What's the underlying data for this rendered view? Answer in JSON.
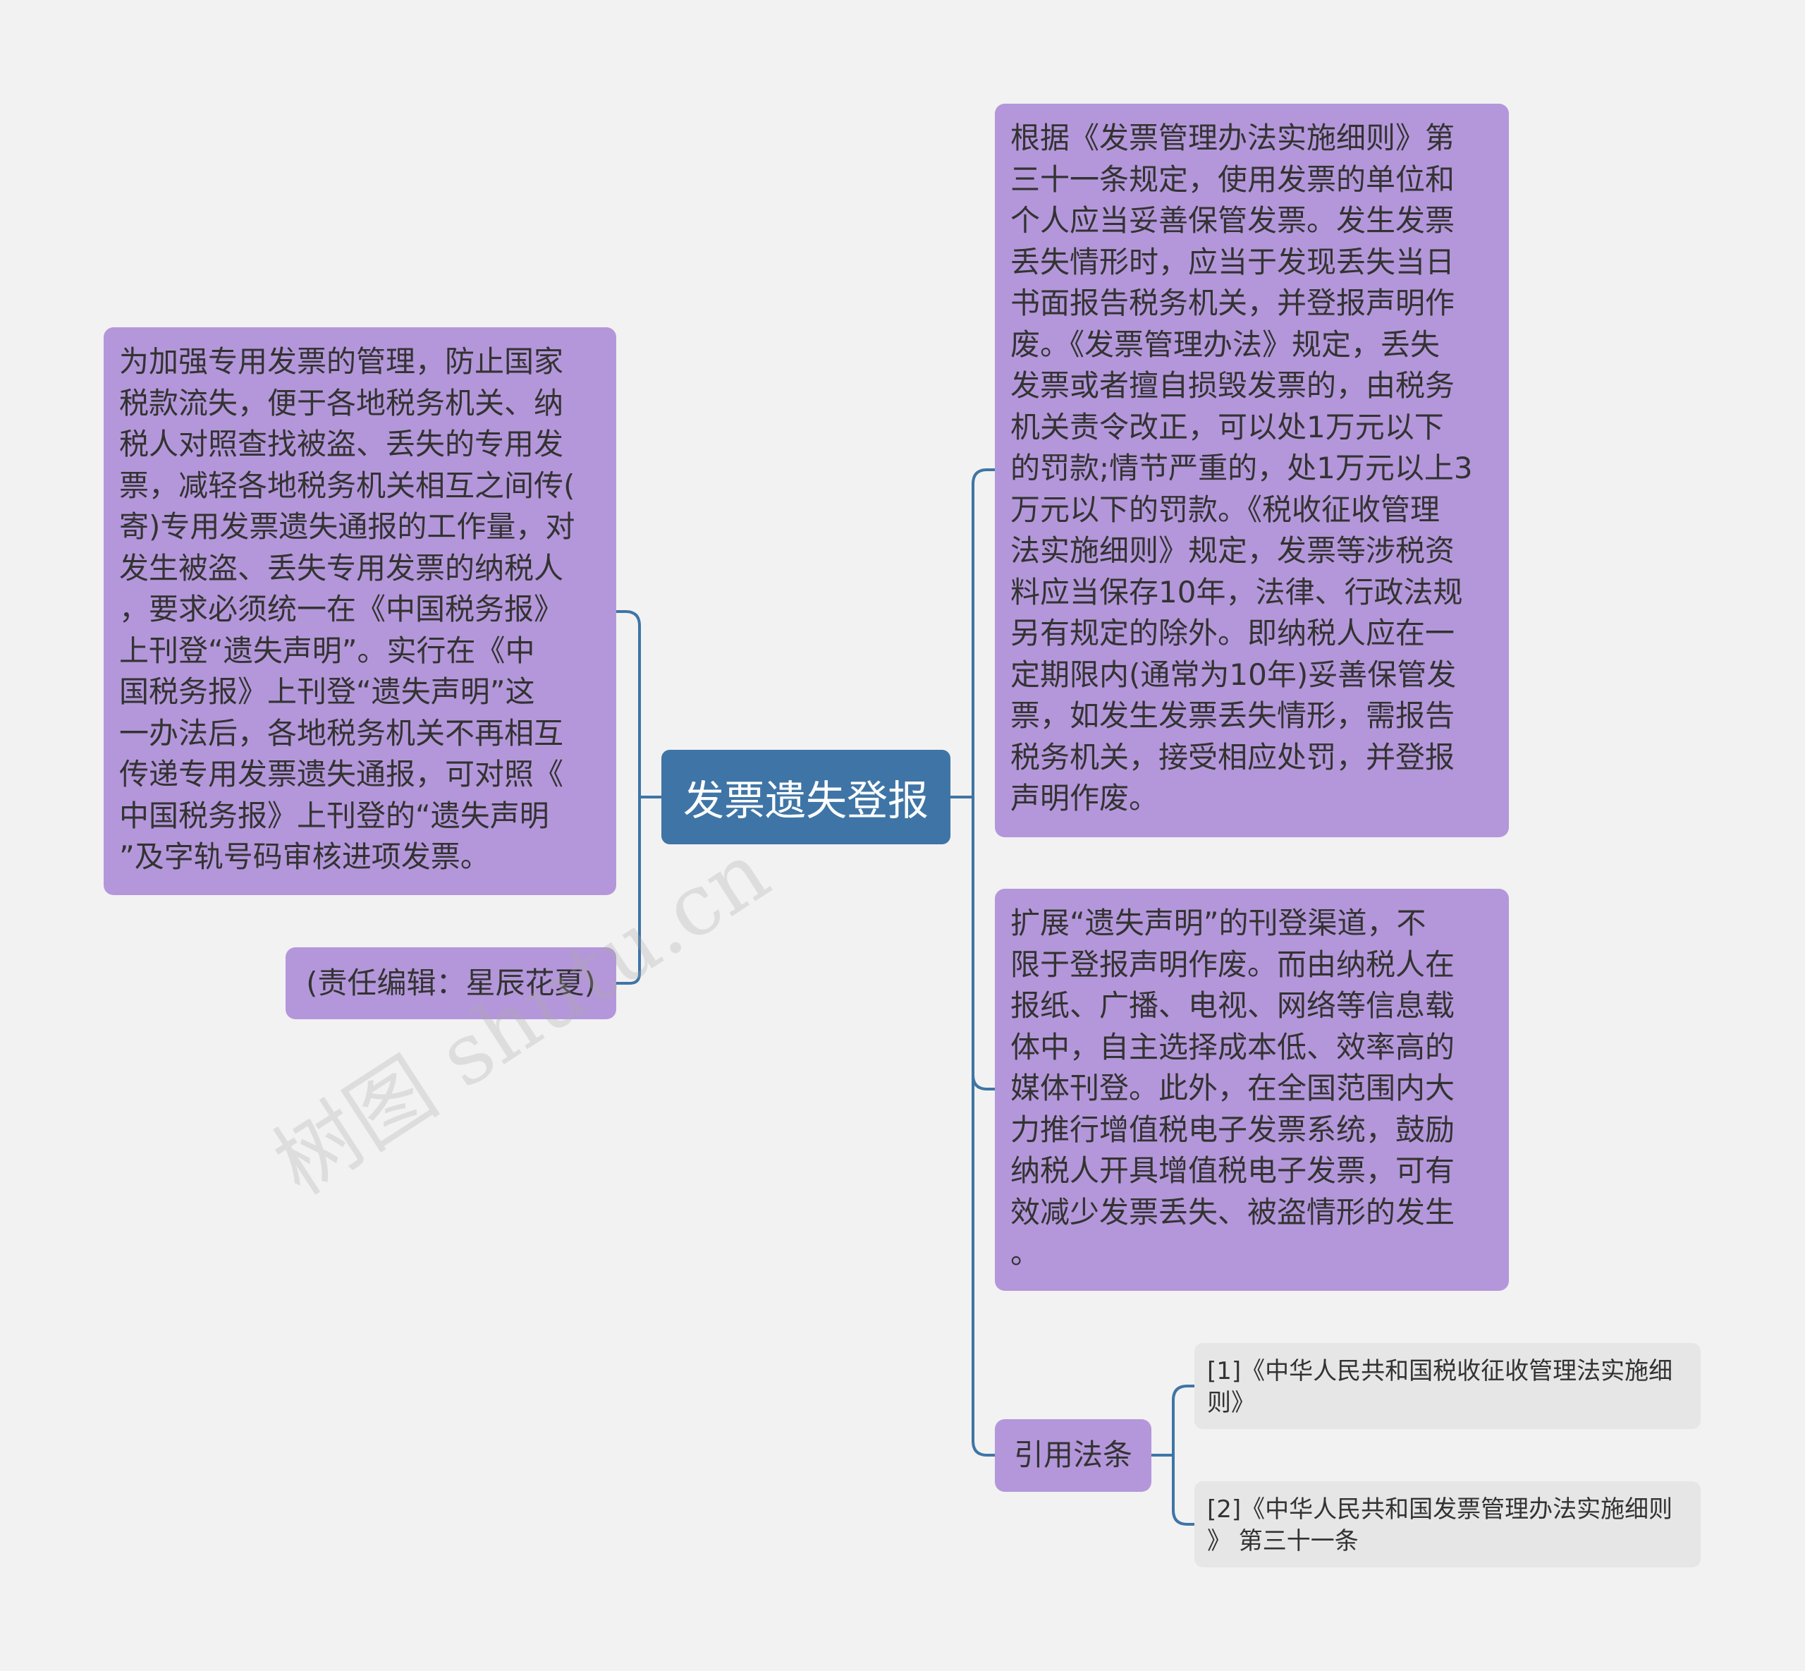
{
  "central": {
    "label": "发票遗失登报"
  },
  "left": {
    "intro": "为加强专用发票的管理，防止国家\n税款流失，便于各地税务机关、纳\n税人对照查找被盗、丢失的专用发\n票，减轻各地税务机关相互之间传(\n寄)专用发票遗失通报的工作量，对\n发生被盗、丢失专用发票的纳税人\n，要求必须统一在《中国税务报》\n上刊登“遗失声明”。实行在《中\n国税务报》上刊登“遗失声明”这\n一办法后，各地税务机关不再相互\n传递专用发票遗失通报，可对照《\n中国税务报》上刊登的“遗失声明\n”及字轨号码审核进项发票。",
    "editor": "(责任编辑：星辰花夏)"
  },
  "right": {
    "rule": "根据《发票管理办法实施细则》第\n三十一条规定，使用发票的单位和\n个人应当妥善保管发票。发生发票\n丢失情形时，应当于发现丢失当日\n书面报告税务机关，并登报声明作\n废。《发票管理办法》规定，丢失\n发票或者擅自损毁发票的，由税务\n机关责令改正，可以处1万元以下\n的罚款;情节严重的，处1万元以上3\n万元以下的罚款。《税收征收管理\n法实施细则》规定，发票等涉税资\n料应当保存10年，法律、行政法规\n另有规定的除外。即纳税人应在一\n定期限内(通常为10年)妥善保管发\n票，如发生发票丢失情形，需报告\n税务机关，接受相应处罚，并登报\n声明作废。",
    "channel": "扩展“遗失声明”的刊登渠道，不\n限于登报声明作废。而由纳税人在\n报纸、广播、电视、网络等信息载\n体中，自主选择成本低、效率高的\n媒体刊登。此外，在全国范围内大\n力推行增值税电子发票系统，鼓励\n纳税人开具增值税电子发票，可有\n效减少发票丢失、被盗情形的发生\n。",
    "citations": {
      "label": "引用法条",
      "refs": [
        "[1]《中华人民共和国税收征收管理法实施细\n则》",
        "[2]《中华人民共和国发票管理办法实施细则\n》 第三十一条"
      ]
    }
  },
  "watermark": "树图 shutu.cn",
  "colors": {
    "background": "#f2f2f2",
    "central": "#3f75a6",
    "node": "#b497da",
    "reference": "#e6e6e6",
    "connector": "#3f75a6"
  }
}
